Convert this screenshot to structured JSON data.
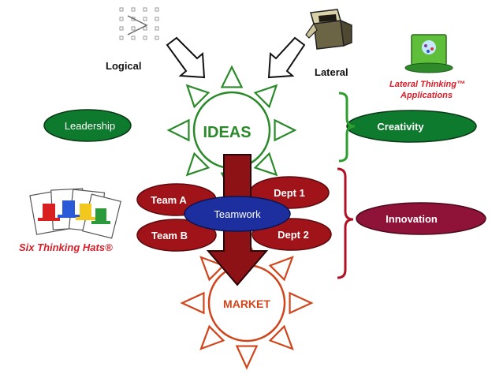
{
  "labels": {
    "logical": "Logical",
    "lateral": "Lateral",
    "ideas": "IDEAS",
    "market": "MARKET"
  },
  "left_oval": {
    "label": "Leadership",
    "color": "#0e7a2d"
  },
  "right_ovals": [
    {
      "label": "Creativity",
      "color": "#0e7a2d"
    },
    {
      "label": "Innovation",
      "color": "#8f1239"
    }
  ],
  "team_ovals": [
    {
      "label": "Team A"
    },
    {
      "label": "Team B"
    },
    {
      "label": "Dept 1"
    },
    {
      "label": "Dept 2"
    }
  ],
  "center_oval": {
    "label": "Teamwork",
    "color": "#1d2f9e"
  },
  "logos": {
    "lateral_thinking_line1": "Lateral Thinking™",
    "lateral_thinking_line2": "Applications",
    "six_thinking_hats": "Six Thinking Hats®"
  },
  "colors": {
    "ideas_sun": "#2a8a2a",
    "market_sun": "#d0451b",
    "brace_green": "#2e9e2e",
    "brace_red": "#b01225",
    "down_arrow": "#8c1216",
    "team_red": "#a01318"
  }
}
